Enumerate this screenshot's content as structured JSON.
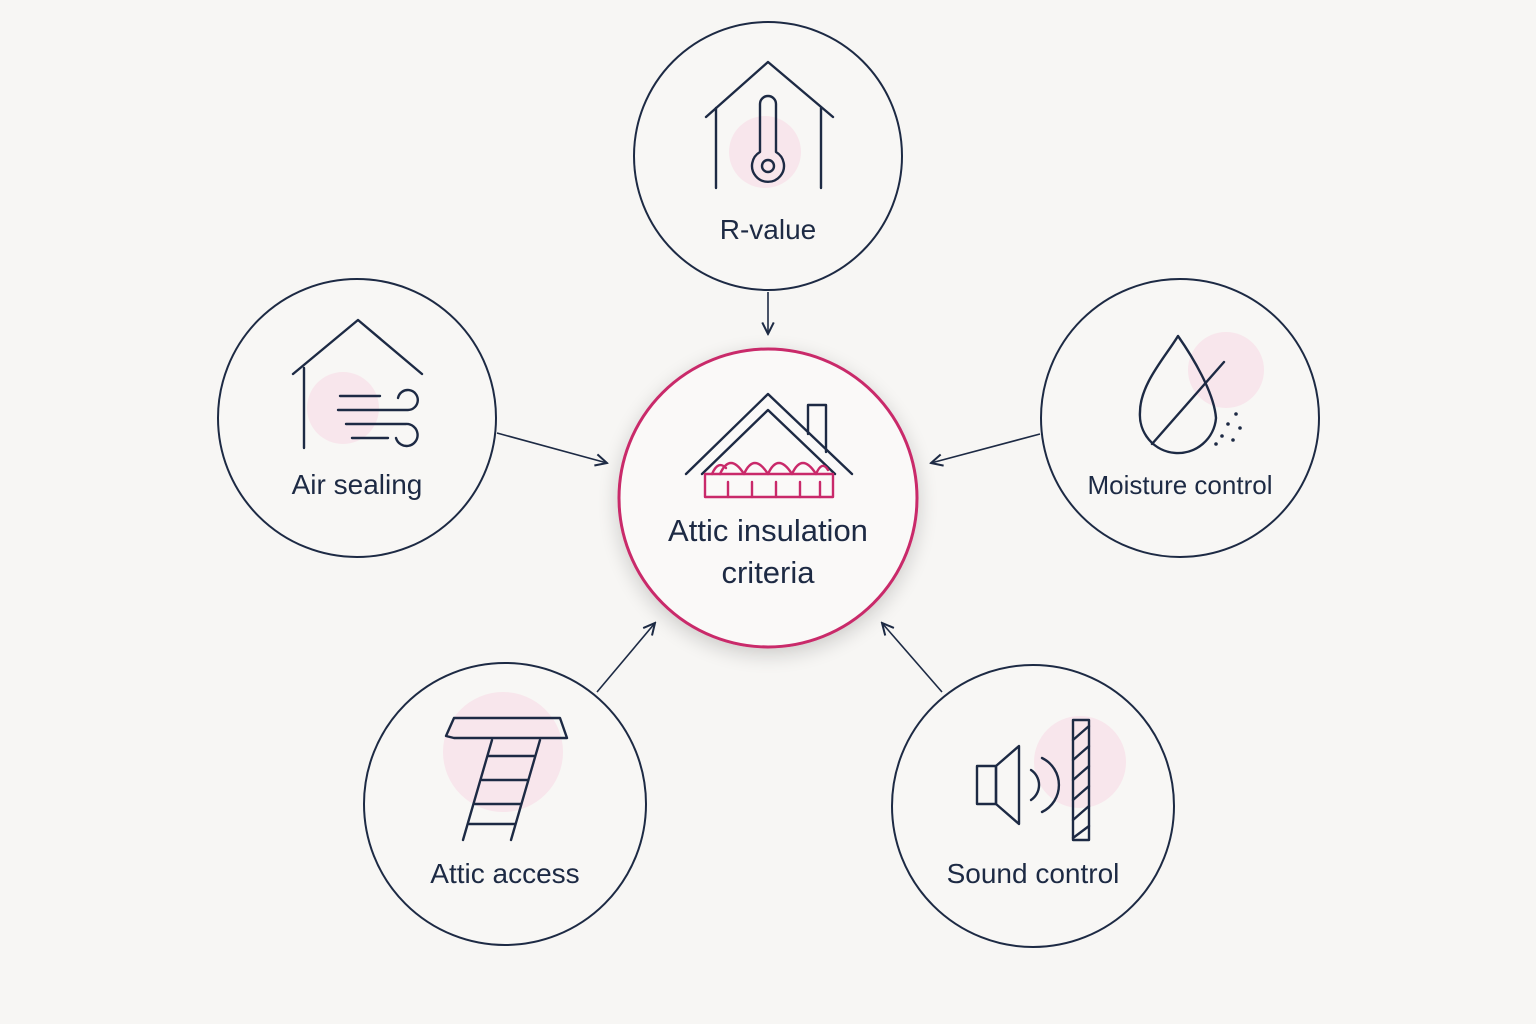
{
  "diagram": {
    "center": {
      "label_line1": "Attic insulation",
      "label_line2": "criteria",
      "icon": "attic-house-icon"
    },
    "nodes": [
      {
        "id": "r-value",
        "label": "R-value",
        "icon": "thermometer-house-icon"
      },
      {
        "id": "air-sealing",
        "label": "Air sealing",
        "icon": "wind-house-icon"
      },
      {
        "id": "moisture-control",
        "label": "Moisture control",
        "icon": "water-drop-icon"
      },
      {
        "id": "attic-access",
        "label": "Attic access",
        "icon": "ladder-icon"
      },
      {
        "id": "sound-control",
        "label": "Sound control",
        "icon": "speaker-icon"
      }
    ],
    "colors": {
      "accent": "#c9296a",
      "ink": "#1d2a44",
      "background": "#f7f6f4"
    }
  }
}
